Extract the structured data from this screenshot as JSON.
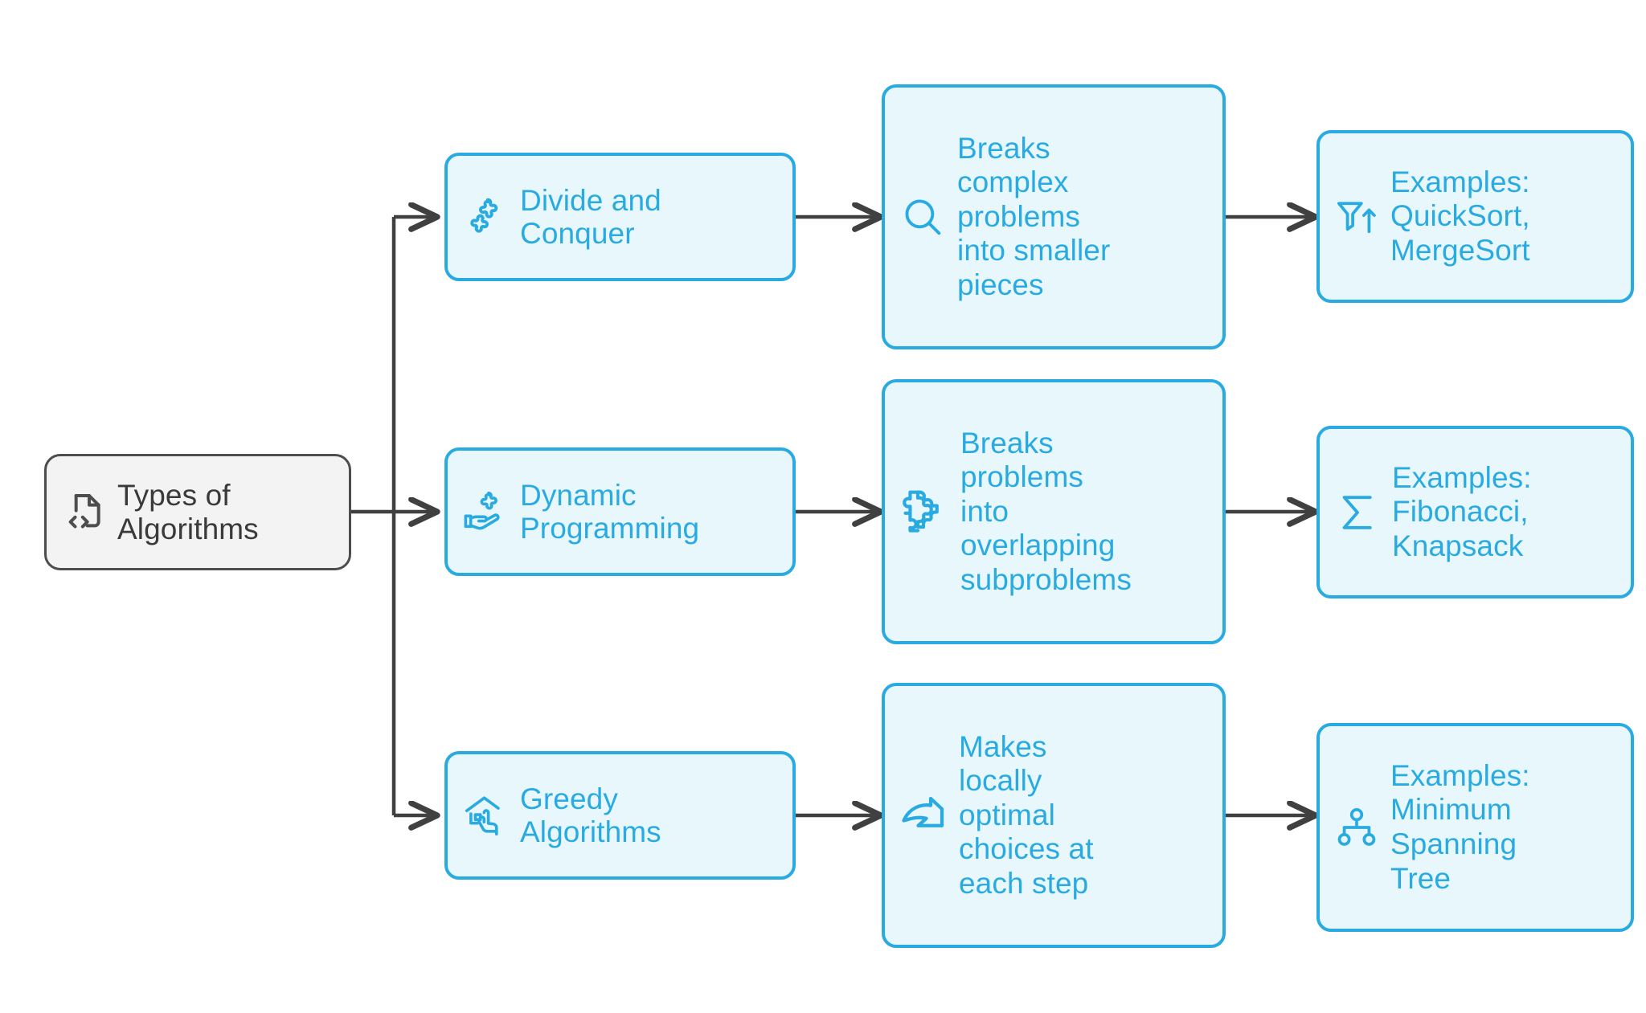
{
  "diagram": {
    "title": "Types of Algorithms",
    "type": "flowchart",
    "direction": "left-to-right",
    "colors": {
      "root_fill": "#f3f3f3",
      "root_border": "#4d4d4d",
      "root_text": "#3a3a3a",
      "node_fill": "#e7f7fc",
      "node_border": "#29abe2",
      "node_text": "#29abe2",
      "edge": "#404040",
      "background": "#ffffff"
    }
  },
  "root": {
    "label": "Types of\nAlgorithms",
    "icon": "file-code-icon"
  },
  "branches": [
    {
      "category": {
        "label": "Divide and\nConquer",
        "icon": "puzzle-pieces-icon"
      },
      "description": {
        "label": "Breaks\ncomplex\nproblems\ninto smaller\npieces",
        "icon": "magnifier-icon"
      },
      "examples": {
        "label": "Examples:\nQuickSort,\nMergeSort",
        "icon": "funnel-sort-ascending-icon"
      }
    },
    {
      "category": {
        "label": "Dynamic\nProgramming",
        "icon": "hand-holding-puzzle-icon"
      },
      "description": {
        "label": "Breaks\nproblems\ninto\noverlapping\nsubproblems",
        "icon": "puzzle-piece-icon"
      },
      "examples": {
        "label": "Examples:\nFibonacci,\nKnapsack",
        "icon": "sigma-sum-icon"
      }
    },
    {
      "category": {
        "label": "Greedy\nAlgorithms",
        "icon": "house-hand-pointer-icon"
      },
      "description": {
        "label": "Makes\nlocally\noptimal\nchoices at\neach step",
        "icon": "curved-arrow-icon"
      },
      "examples": {
        "label": "Examples:\nMinimum\nSpanning\nTree",
        "icon": "hierarchy-tree-icon"
      }
    }
  ]
}
